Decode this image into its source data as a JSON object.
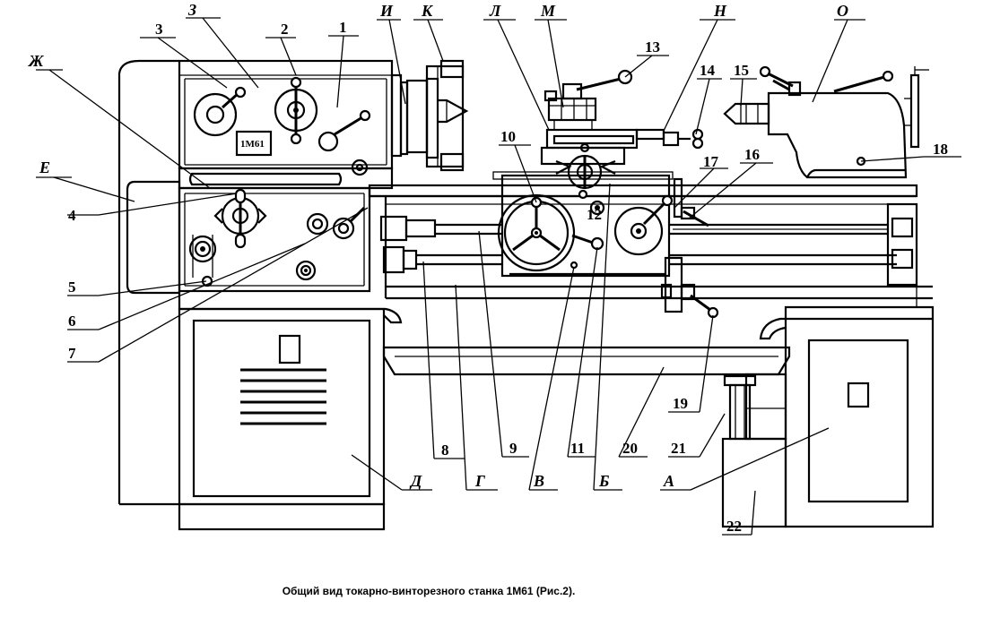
{
  "caption": "Общий вид токарно-винторезного станка 1М61 (Рис.2).",
  "nameplate": "1М61",
  "labels": {
    "n1": "1",
    "n2": "2",
    "n3": "3",
    "n4": "4",
    "n5": "5",
    "n6": "6",
    "n7": "7",
    "n8": "8",
    "n9": "9",
    "n10": "10",
    "n11": "11",
    "n12": "12",
    "n13": "13",
    "n14": "14",
    "n15": "15",
    "n16": "16",
    "n17": "17",
    "n18": "18",
    "n19": "19",
    "n20": "20",
    "n21": "21",
    "n22": "22",
    "A": "А",
    "B": "Б",
    "V": "В",
    "G": "Г",
    "D": "Д",
    "E": "Е",
    "ZH": "Ж",
    "Z": "З",
    "I": "И",
    "K": "К",
    "L": "Л",
    "M": "М",
    "N": "Н",
    "O": "О"
  }
}
